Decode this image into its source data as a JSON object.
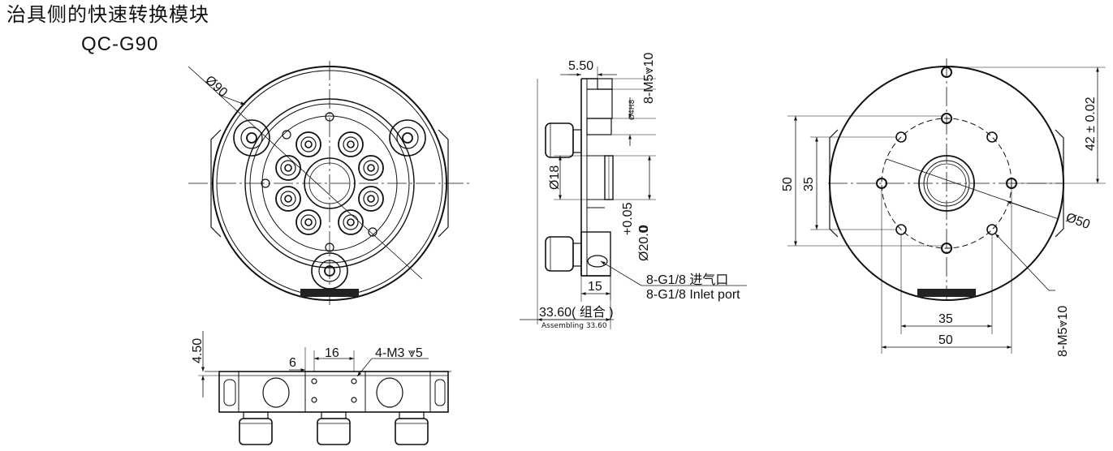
{
  "title": "治具侧的快速转换模块",
  "model": "QC-G90",
  "front_view": {
    "dia_label": "Ø90"
  },
  "bottom_view": {
    "dim_height": "4.50",
    "dim_spacing": "16",
    "dim_offset": "6",
    "thread_label": "4-M3 ⩔5"
  },
  "side_view": {
    "dim_top": "5.50",
    "thread_top": "8-M5⩔10",
    "bore_label": "Ø4H8",
    "dia_18": "Ø18",
    "dia_20": "Ø20.0",
    "tolerance": "+0.05",
    "tolerance_zero": "0",
    "dim_15": "15",
    "port_cn": "8-G1/8  进气口",
    "port_en": "8-G1/8 Inlet port",
    "assembly_cn": "33.60( 组合 )",
    "assembly_en": "Assembling 33.60"
  },
  "rear_view": {
    "dim_50_v": "50",
    "dim_35_v": "35",
    "dim_42": "42 ± 0.02",
    "dia_50": "Ø50",
    "thread": "8-M5⩔10",
    "dim_35_h": "35",
    "dim_50_h": "50"
  }
}
